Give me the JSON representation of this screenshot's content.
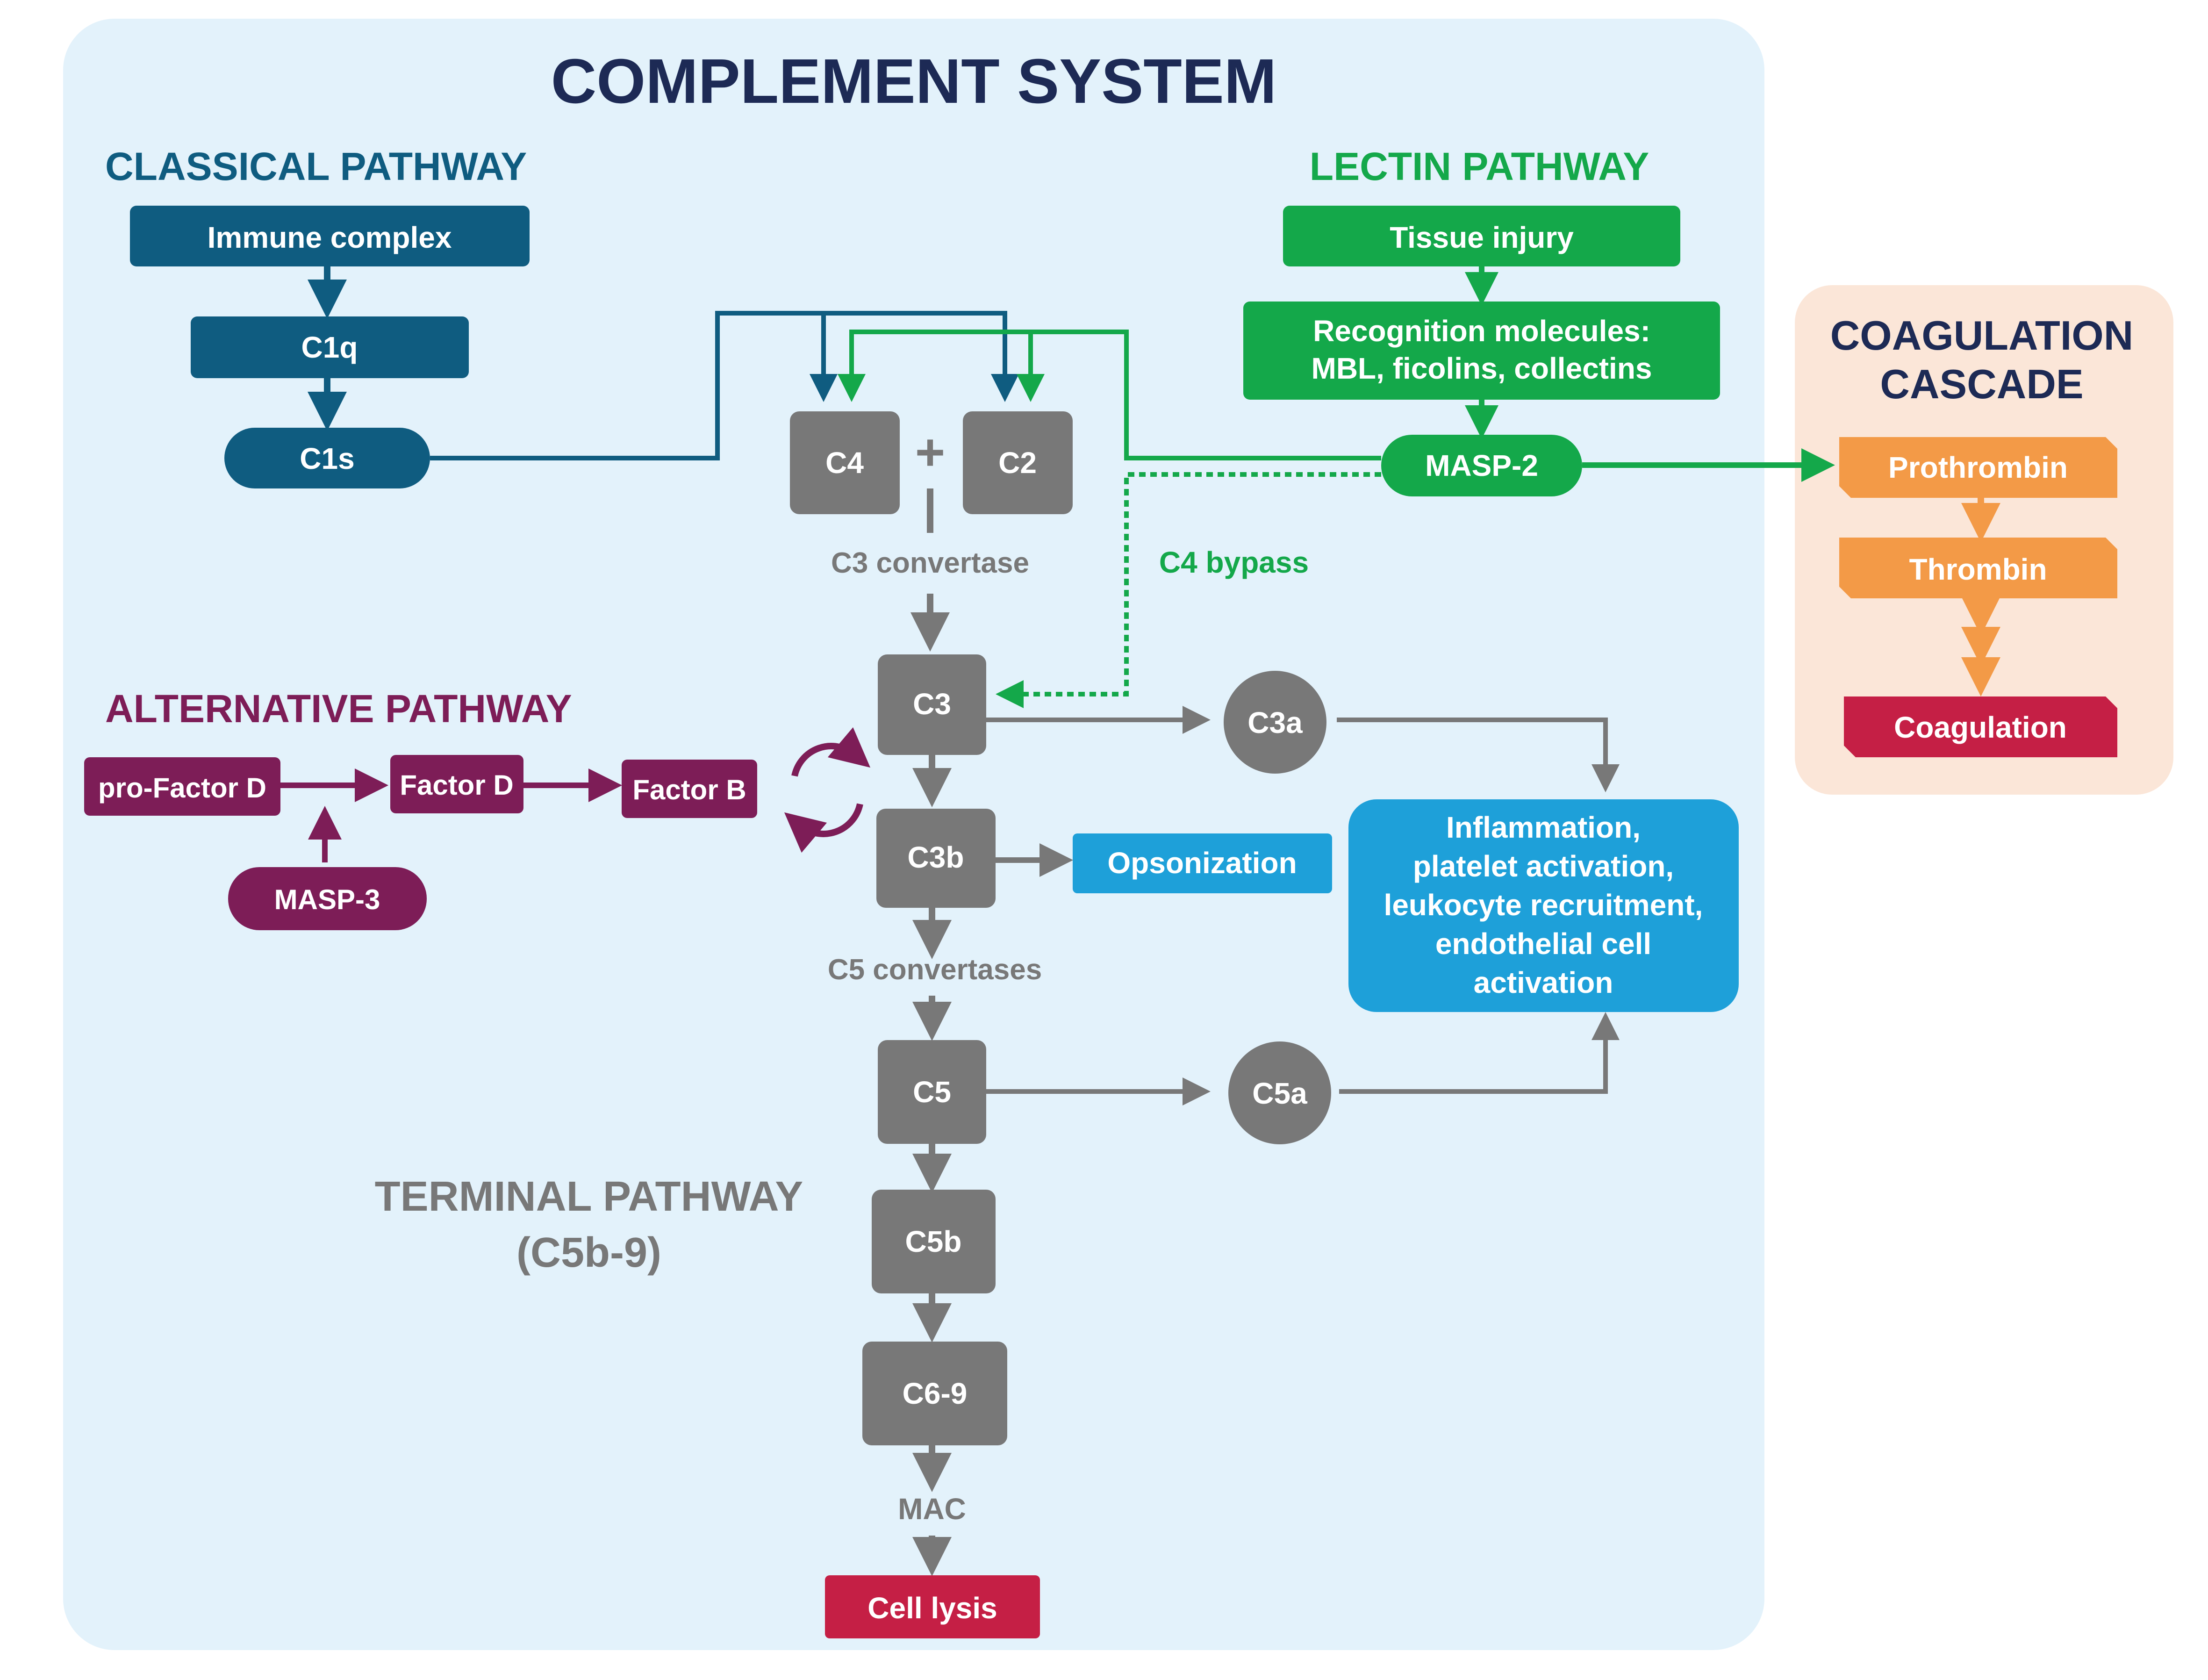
{
  "title": "COMPLEMENT SYSTEM",
  "colors": {
    "classical": "#0f5c80",
    "lectin": "#14a84a",
    "alternative": "#7d1d57",
    "terminal": "#787878",
    "effect": "#1ea0d9",
    "coagulation_box": "#fbe6d8",
    "coag_step": "#f39a47",
    "coag_end": "#c51f45",
    "title": "#1d2a55",
    "panel": "#e3f2fb"
  },
  "classical": {
    "heading": "CLASSICAL PATHWAY",
    "immune_complex": "Immune complex",
    "c1q": "C1q",
    "c1s": "C1s"
  },
  "lectin": {
    "heading": "LECTIN PATHWAY",
    "tissue_injury": "Tissue injury",
    "recognition_line1": "Recognition molecules:",
    "recognition_line2": "MBL, ficolins, collectins",
    "masp2": "MASP-2",
    "c4_bypass": "C4 bypass"
  },
  "alternative": {
    "heading": "ALTERNATIVE PATHWAY",
    "pro_factor_d": "pro-Factor D",
    "factor_d": "Factor D",
    "factor_b": "Factor B",
    "masp3": "MASP-3",
    "amplification_icon": "circular-arrows-icon"
  },
  "core": {
    "c4": "C4",
    "plus": "+",
    "c2": "C2",
    "c3_convertase": "C3 convertase",
    "c3": "C3",
    "c3a": "C3a",
    "c3b": "C3b",
    "opsonization": "Opsonization",
    "c5_convertases": "C5 convertases",
    "c5": "C5",
    "c5a": "C5a",
    "c5b": "C5b",
    "c6_9": "C6-9",
    "mac": "MAC",
    "cell_lysis": "Cell lysis"
  },
  "terminal": {
    "heading_line1": "TERMINAL PATHWAY",
    "heading_line2": "(C5b-9)"
  },
  "effects": {
    "line1": "Inflammation,",
    "line2": "platelet activation,",
    "line3": "leukocyte recruitment,",
    "line4": "endothelial cell",
    "line5": "activation"
  },
  "coagulation": {
    "heading_line1": "COAGULATION",
    "heading_line2": "CASCADE",
    "prothrombin": "Prothrombin",
    "thrombin": "Thrombin",
    "coagulation": "Coagulation"
  }
}
